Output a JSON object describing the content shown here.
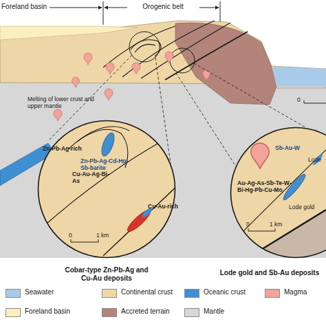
{
  "diagram": {
    "nodes": [
      {
        "text": [
          "Zn-Pb-Ag-rich",
          "Zn-Pb-Ag-Cd-Hg-Sb-barite",
          "Cu-Au-Ag-Bi-As",
          "Cu-Au-rich",
          "0",
          "1 km",
          "Cobar-type Zn-Pb-Ag and Cu-Au deposits"
        ]
      },
      {
        "text": [
          "Sb-Au-W",
          "Lode",
          "Au-Ag-As-Sb-Te-W-Bi-Hg-Pb-Cu-Mo",
          "Lode gold",
          "0",
          "1 km",
          "Lode gold and Sb-Au deposits"
        ]
      }
    ],
    "labels": [
      "Foreland basin",
      "Orogenic belt",
      "Melting of lower crust and upper mantle",
      "0"
    ],
    "legend": [
      {
        "text": "Seawater",
        "color": "#a9cbea"
      },
      {
        "text": "Continental crust",
        "color": "#efd6a6"
      },
      {
        "text": "Oceanic crust",
        "color": "#3f8fd2"
      },
      {
        "text": "Magma",
        "color": "#f2a39b"
      },
      {
        "text": "Foreland basin",
        "color": "#fbefbf"
      },
      {
        "text": "Accreted terrain",
        "color": "#b3847a"
      },
      {
        "text": "Mantle",
        "color": "#d7d7d7"
      }
    ]
  }
}
